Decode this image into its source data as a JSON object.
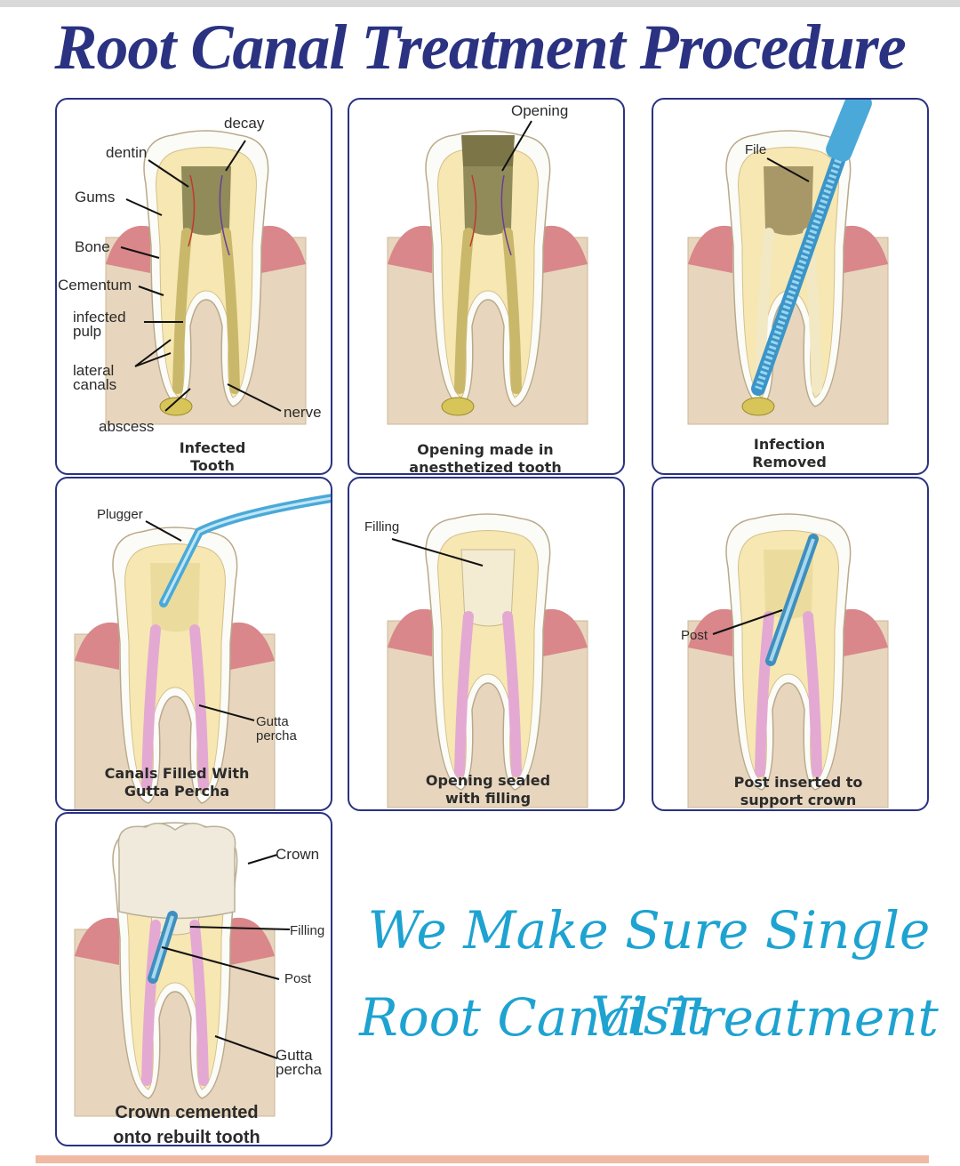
{
  "title": "Root Canal Treatment Procedure",
  "colors": {
    "title": "#2a3281",
    "panel_border": "#2a3281",
    "slogan": "#1ea3d1",
    "enamel": "#fbfbf7",
    "dentin": "#f6e7b3",
    "gum": "#d9878a",
    "bone": "#e7d6bd",
    "infection": "#7f7a4a",
    "gutta_percha": "#e3a9d2",
    "instrument": "#5ab7dd",
    "bottom_bar": "#f1b9a3"
  },
  "panels": [
    {
      "caption": "Infected Tooth",
      "labels": {
        "decay": "decay",
        "dentin": "dentin",
        "gums": "Gums",
        "bone": "Bone",
        "cementum": "Cementum",
        "infected_pulp": "infected pulp",
        "lateral_canals": "lateral canals",
        "nerve": "nerve",
        "abscess": "abscess"
      }
    },
    {
      "caption": "Opening made in anesthetized tooth",
      "labels": {
        "opening": "Opening"
      }
    },
    {
      "caption": "Infection Removed",
      "labels": {
        "file": "File"
      }
    },
    {
      "caption": "Canals Filled With Gutta Percha",
      "labels": {
        "plugger": "Plugger",
        "gutta_percha": "Gutta percha"
      }
    },
    {
      "caption": "Opening sealed with filling",
      "labels": {
        "filling": "Filling"
      }
    },
    {
      "caption": "Post inserted to support crown",
      "labels": {
        "post": "Post"
      }
    },
    {
      "caption": "Crown cemented onto rebuilt tooth",
      "labels": {
        "crown": "Crown",
        "filling": "Filling",
        "post": "Post",
        "gutta_percha": "Gutta percha"
      }
    }
  ],
  "slogan": {
    "line1": "We Make Sure Single Visit",
    "line2": "Root Canal Treatment"
  }
}
